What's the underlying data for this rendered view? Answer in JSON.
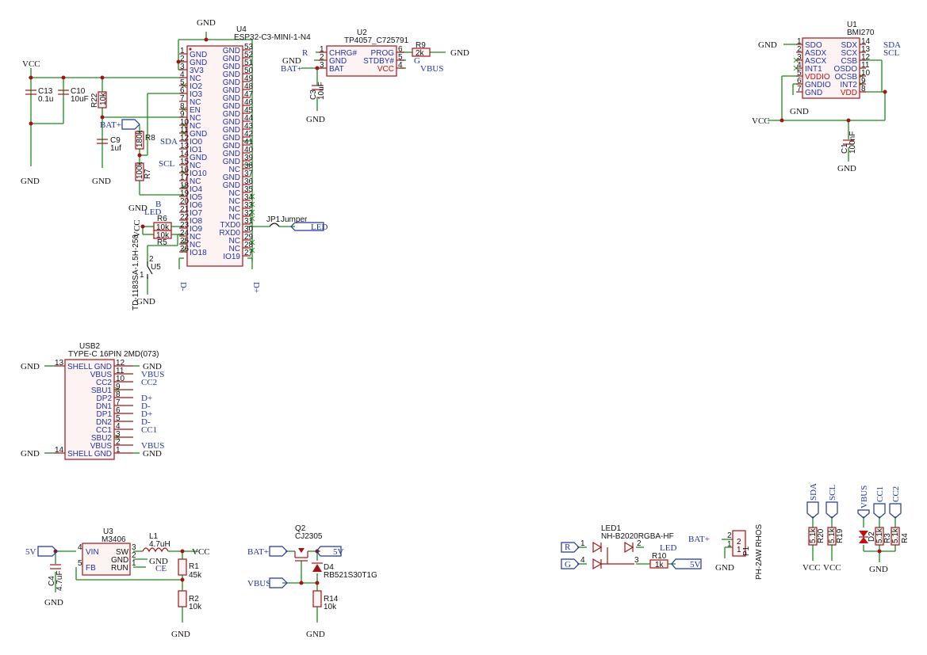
{
  "u4": {
    "ref": "U4",
    "value": "ESP32-C3-MINI-1-N4",
    "left_pins": [
      {
        "n": "1",
        "name": "GND"
      },
      {
        "n": "2",
        "name": "GND"
      },
      {
        "n": "3",
        "name": "3V3"
      },
      {
        "n": "4",
        "name": "NC"
      },
      {
        "n": "5",
        "name": "IO2"
      },
      {
        "n": "6",
        "name": "IO3"
      },
      {
        "n": "7",
        "name": "NC"
      },
      {
        "n": "8",
        "name": "EN"
      },
      {
        "n": "9",
        "name": "NC"
      },
      {
        "n": "10",
        "name": "NC"
      },
      {
        "n": "11",
        "name": "GND"
      },
      {
        "n": "12",
        "name": "IO0"
      },
      {
        "n": "13",
        "name": "IO1"
      },
      {
        "n": "14",
        "name": "GND"
      },
      {
        "n": "15",
        "name": "NC"
      },
      {
        "n": "16",
        "name": "IO10"
      },
      {
        "n": "17",
        "name": "NC"
      },
      {
        "n": "18",
        "name": "IO4"
      },
      {
        "n": "19",
        "name": "IO5"
      },
      {
        "n": "20",
        "name": "IO6"
      },
      {
        "n": "21",
        "name": "IO7"
      },
      {
        "n": "22",
        "name": "IO8"
      },
      {
        "n": "23",
        "name": "IO9"
      },
      {
        "n": "24",
        "name": "NC"
      },
      {
        "n": "25",
        "name": "NC"
      },
      {
        "n": "26",
        "name": "IO18"
      }
    ],
    "right_pins": [
      {
        "n": "53",
        "name": "GND"
      },
      {
        "n": "52",
        "name": "GND"
      },
      {
        "n": "51",
        "name": "GND"
      },
      {
        "n": "50",
        "name": "GND"
      },
      {
        "n": "49",
        "name": "GND"
      },
      {
        "n": "48",
        "name": "GND"
      },
      {
        "n": "47",
        "name": "GND"
      },
      {
        "n": "46",
        "name": "GND"
      },
      {
        "n": "45",
        "name": "GND"
      },
      {
        "n": "44",
        "name": "GND"
      },
      {
        "n": "43",
        "name": "GND"
      },
      {
        "n": "42",
        "name": "GND"
      },
      {
        "n": "41",
        "name": "GND"
      },
      {
        "n": "40",
        "name": "GND"
      },
      {
        "n": "39",
        "name": "GND"
      },
      {
        "n": "38",
        "name": "NC"
      },
      {
        "n": "37",
        "name": "GND"
      },
      {
        "n": "36",
        "name": "GND"
      },
      {
        "n": "35",
        "name": "NC"
      },
      {
        "n": "34",
        "name": "NC"
      },
      {
        "n": "33",
        "name": "NC"
      },
      {
        "n": "32",
        "name": "NC"
      },
      {
        "n": "31",
        "name": "TXD0"
      },
      {
        "n": "30",
        "name": "RXD0"
      },
      {
        "n": "29",
        "name": "NC"
      },
      {
        "n": "28",
        "name": "NC"
      },
      {
        "n": "27",
        "name": "IO19"
      }
    ]
  },
  "u2": {
    "ref": "U2",
    "value": "TP4057_C725791",
    "left_pins": [
      {
        "n": "1",
        "name": "CHRG#"
      },
      {
        "n": "2",
        "name": "GND"
      },
      {
        "n": "3",
        "name": "BAT"
      }
    ],
    "right_pins": [
      {
        "n": "6",
        "name": "PROG"
      },
      {
        "n": "5",
        "name": "STDBY#"
      },
      {
        "n": "4",
        "name": "VCC"
      }
    ]
  },
  "u1": {
    "ref": "U1",
    "value": "BMI270",
    "left_pins": [
      {
        "n": "1",
        "name": "SDO"
      },
      {
        "n": "2",
        "name": "ASDX"
      },
      {
        "n": "3",
        "name": "ASCX"
      },
      {
        "n": "4",
        "name": "INT1"
      },
      {
        "n": "5",
        "name": "VDDIO"
      },
      {
        "n": "6",
        "name": "GNDIO"
      },
      {
        "n": "7",
        "name": "GND"
      }
    ],
    "right_pins": [
      {
        "n": "14",
        "name": "SDX"
      },
      {
        "n": "13",
        "name": "SCX"
      },
      {
        "n": "12",
        "name": "CSB"
      },
      {
        "n": "11",
        "name": "OSDO"
      },
      {
        "n": "10",
        "name": "OCSB"
      },
      {
        "n": "9",
        "name": "INT2"
      },
      {
        "n": "8",
        "name": "VDD"
      }
    ]
  },
  "usb2": {
    "ref": "USB2",
    "value": "TYPE-C 16PIN 2MD(073)",
    "left_pins": [
      {
        "n": "13",
        "name": "SHELL"
      },
      {
        "n": "14",
        "name": "SHELL"
      }
    ],
    "right_pins": [
      {
        "n": "12",
        "name": "GND"
      },
      {
        "n": "11",
        "name": "VBUS"
      },
      {
        "n": "10",
        "name": "CC2"
      },
      {
        "n": "9",
        "name": "SBU1"
      },
      {
        "n": "8",
        "name": "DP2"
      },
      {
        "n": "7",
        "name": "DN1"
      },
      {
        "n": "6",
        "name": "DP1"
      },
      {
        "n": "5",
        "name": "DN2"
      },
      {
        "n": "4",
        "name": "CC1"
      },
      {
        "n": "3",
        "name": "SBU2"
      },
      {
        "n": "2",
        "name": "VBUS"
      },
      {
        "n": "1",
        "name": "GND"
      }
    ],
    "nets": [
      "GND",
      "VBUS",
      "CC2",
      "D+",
      "D-",
      "D+",
      "D-",
      "CC1",
      "VBUS"
    ]
  },
  "u3": {
    "ref": "U3",
    "value": "M3406",
    "pins": [
      {
        "n": "4",
        "name": "VIN"
      },
      {
        "n": "3",
        "name": "SW"
      },
      {
        "n": "2",
        "name": "GND"
      },
      {
        "n": "1",
        "name": "RUN"
      },
      {
        "n": "5",
        "name": "FB"
      }
    ]
  },
  "u5": {
    "ref": "U5",
    "value": "TD-1183SA-1.5H-250",
    "p1": "1",
    "p2": "2"
  },
  "led1": {
    "ref": "LED1",
    "value": "NH-B2020RGBA-HF",
    "pins": [
      "1",
      "2",
      "3",
      "4"
    ]
  },
  "p1": {
    "ref": "P1",
    "value": "PH-2AW RHOS",
    "pins": [
      "2",
      "1"
    ]
  },
  "q2": {
    "ref": "Q2",
    "value": "CJ2305"
  },
  "d4": {
    "ref": "D4",
    "value": "RB521S30T1G"
  },
  "d2": {
    "ref": "D2"
  },
  "jp1": {
    "ref": "JP1",
    "value": "Jumper"
  },
  "l1": {
    "ref": "L1",
    "value": "4.7uH"
  },
  "passives": {
    "c13": {
      "ref": "C13",
      "value": "0.1u"
    },
    "c10": {
      "ref": "C10",
      "value": "10uF"
    },
    "r22": {
      "ref": "R22",
      "value": "10k"
    },
    "c9": {
      "ref": "C9",
      "value": "1uf"
    },
    "r8": {
      "ref": "R8",
      "value": "180k"
    },
    "r7": {
      "ref": "R7",
      "value": "100k"
    },
    "r6": {
      "ref": "R6",
      "value": "10k"
    },
    "r5": {
      "ref": "R5",
      "value": "10k"
    },
    "r9": {
      "ref": "R9",
      "value": "2k"
    },
    "c3": {
      "ref": "C3",
      "value": "10uF"
    },
    "c1": {
      "ref": "C1",
      "value": "100nF"
    },
    "c4": {
      "ref": "C4",
      "value": "4.7uF"
    },
    "r1": {
      "ref": "R1",
      "value": "45k"
    },
    "r2": {
      "ref": "R2",
      "value": "10k"
    },
    "r14": {
      "ref": "R14",
      "value": "10k"
    },
    "r10": {
      "ref": "R10",
      "value": "1k"
    },
    "r20": {
      "ref": "R20",
      "value": "5.1k"
    },
    "r19": {
      "ref": "R19",
      "value": "5.1k"
    },
    "r3": {
      "ref": "R3",
      "value": "5.1k"
    },
    "r4": {
      "ref": "R4",
      "value": "5.1k"
    }
  },
  "nets": {
    "gnd": "GND",
    "vcc": "VCC",
    "batp": "BAT+",
    "vbus": "VBUS",
    "sda": "SDA",
    "scl": "SCL",
    "led": "LED",
    "r": "R",
    "g": "G",
    "b": "B",
    "ce": "CE",
    "v5": "5V",
    "dm": "D-",
    "dp": "D+",
    "cc1": "CC1",
    "cc2": "CC2"
  }
}
